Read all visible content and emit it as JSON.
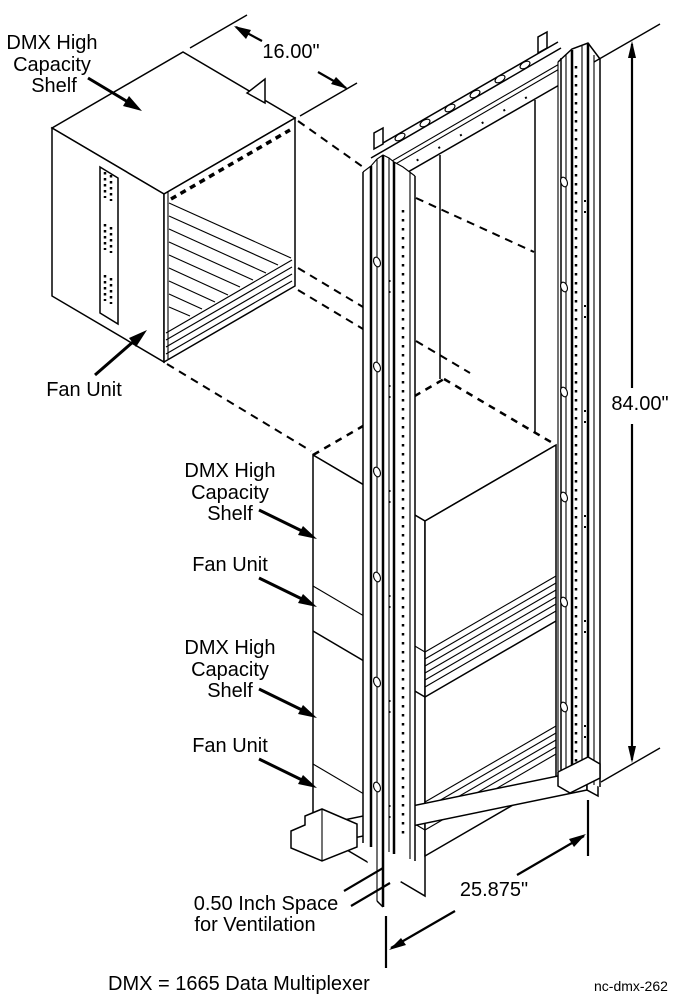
{
  "figure": {
    "caption": "DMX = 1665 Data Multiplexer",
    "figure_id": "nc-dmx-262"
  },
  "labels": {
    "shelf_floating": {
      "lines": [
        "DMX High",
        "Capacity",
        "Shelf"
      ]
    },
    "fan_floating": "Fan Unit",
    "shelf_upper": {
      "lines": [
        "DMX High",
        "Capacity",
        "Shelf"
      ]
    },
    "fan_upper": "Fan Unit",
    "shelf_lower": {
      "lines": [
        "DMX High",
        "Capacity",
        "Shelf"
      ]
    },
    "fan_lower": "Fan Unit",
    "ventilation": {
      "lines": [
        "0.50 Inch Space",
        "for Ventilation"
      ]
    }
  },
  "dimensions": {
    "shelf_width": "16.00\"",
    "rack_height": "84.00\"",
    "base_width": "25.875\""
  },
  "colors": {
    "line": "#000000",
    "background": "#ffffff"
  }
}
